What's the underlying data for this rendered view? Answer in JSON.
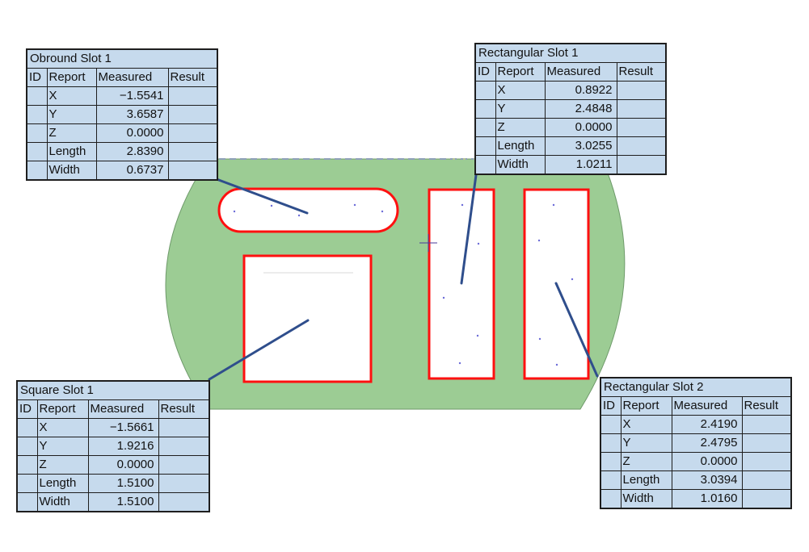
{
  "colors": {
    "part_fill": "#9ccc94",
    "slot_outline": "#ff1010",
    "leader_line": "#2f4e8c",
    "table_fill": "#c6daed",
    "part_edge_dash": "#8fa0b8"
  },
  "headers": {
    "id": "ID",
    "report": "Report",
    "measured": "Measured",
    "result": "Result"
  },
  "reports": {
    "obround_slot_1": {
      "title": "Obround Slot 1",
      "rows": [
        {
          "id": "",
          "report": "X",
          "measured": "−1.5541",
          "result": ""
        },
        {
          "id": "",
          "report": "Y",
          "measured": "3.6587",
          "result": ""
        },
        {
          "id": "",
          "report": "Z",
          "measured": "0.0000",
          "result": ""
        },
        {
          "id": "",
          "report": "Length",
          "measured": "2.8390",
          "result": ""
        },
        {
          "id": "",
          "report": "Width",
          "measured": "0.6737",
          "result": ""
        }
      ]
    },
    "rectangular_slot_1": {
      "title": "Rectangular Slot 1",
      "rows": [
        {
          "id": "",
          "report": "X",
          "measured": "0.8922",
          "result": ""
        },
        {
          "id": "",
          "report": "Y",
          "measured": "2.4848",
          "result": ""
        },
        {
          "id": "",
          "report": "Z",
          "measured": "0.0000",
          "result": ""
        },
        {
          "id": "",
          "report": "Length",
          "measured": "3.0255",
          "result": ""
        },
        {
          "id": "",
          "report": "Width",
          "measured": "1.0211",
          "result": ""
        }
      ]
    },
    "square_slot_1": {
      "title": "Square Slot 1",
      "rows": [
        {
          "id": "",
          "report": "X",
          "measured": "−1.5661",
          "result": ""
        },
        {
          "id": "",
          "report": "Y",
          "measured": "1.9216",
          "result": ""
        },
        {
          "id": "",
          "report": "Z",
          "measured": "0.0000",
          "result": ""
        },
        {
          "id": "",
          "report": "Length",
          "measured": "1.5100",
          "result": ""
        },
        {
          "id": "",
          "report": "Width",
          "measured": "1.5100",
          "result": ""
        }
      ]
    },
    "rectangular_slot_2": {
      "title": "Rectangular Slot 2",
      "rows": [
        {
          "id": "",
          "report": "X",
          "measured": "2.4190",
          "result": ""
        },
        {
          "id": "",
          "report": "Y",
          "measured": "2.4795",
          "result": ""
        },
        {
          "id": "",
          "report": "Z",
          "measured": "0.0000",
          "result": ""
        },
        {
          "id": "",
          "report": "Length",
          "measured": "3.0394",
          "result": ""
        },
        {
          "id": "",
          "report": "Width",
          "measured": "1.0160",
          "result": ""
        }
      ]
    }
  }
}
